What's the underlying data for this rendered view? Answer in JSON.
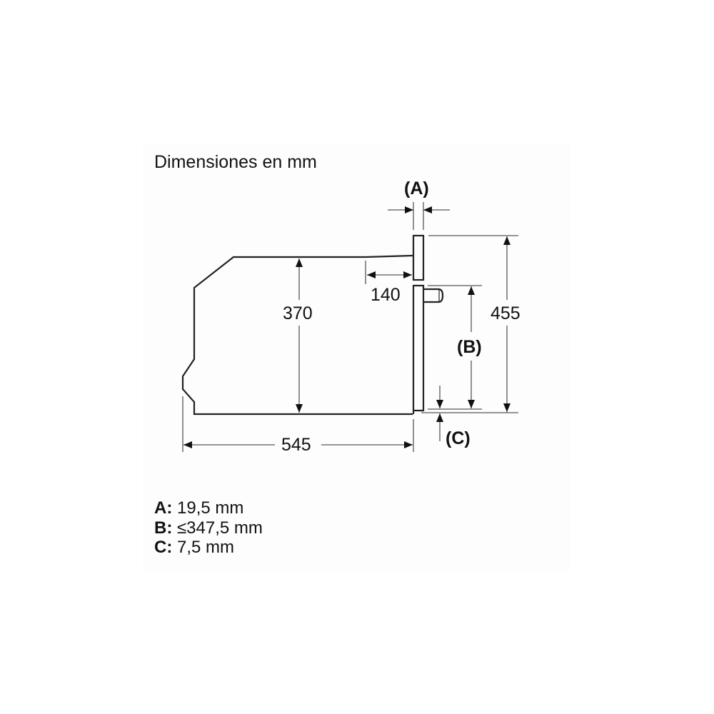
{
  "title": "Dimensiones en mm",
  "dimensions": {
    "depth_total": "545",
    "height_body": "370",
    "back_taper": "140",
    "height_total": "455",
    "label_a": "(A)",
    "label_b": "(B)",
    "label_c": "(C)"
  },
  "legend": [
    {
      "key": "A:",
      "value": "19,5 mm"
    },
    {
      "key": "B:",
      "value": "≤347,5 mm"
    },
    {
      "key": "C:",
      "value": "7,5 mm"
    }
  ],
  "colors": {
    "outline": "#222222",
    "dimension_line": "#555555",
    "text": "#111111"
  }
}
